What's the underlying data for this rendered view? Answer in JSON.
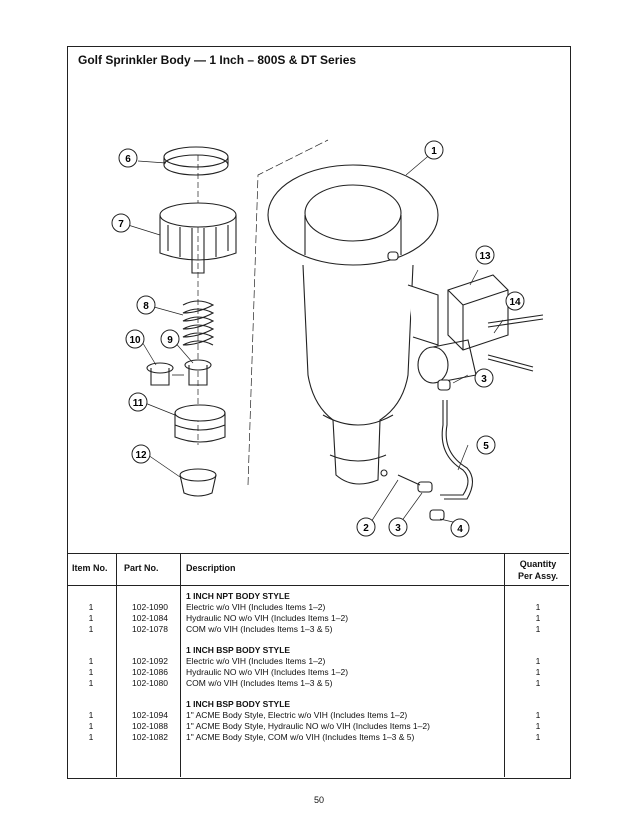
{
  "title": "Golf Sprinkler Body — 1 Inch – 800S  & DT Series",
  "callouts": [
    "1",
    "2",
    "3",
    "3",
    "4",
    "5",
    "6",
    "7",
    "8",
    "9",
    "10",
    "11",
    "12",
    "13",
    "14"
  ],
  "table": {
    "headers": {
      "item": "Item No.",
      "part": "Part No.",
      "desc": "Description",
      "qty_line1": "Quantity",
      "qty_line2": "Per Assy."
    },
    "groups": [
      {
        "title": "1 INCH NPT BODY STYLE",
        "rows": [
          {
            "item": "1",
            "part": "102-1090",
            "desc": "Electric w/o VIH (Includes Items 1–2)",
            "qty": "1"
          },
          {
            "item": "1",
            "part": "102-1084",
            "desc": "Hydraulic NO w/o VIH (Includes Items 1–2)",
            "qty": "1"
          },
          {
            "item": "1",
            "part": "102-1078",
            "desc": "COM w/o VIH (Includes Items 1–3 & 5)",
            "qty": "1"
          }
        ]
      },
      {
        "title": "1 INCH BSP BODY STYLE",
        "rows": [
          {
            "item": "1",
            "part": "102-1092",
            "desc": "Electric w/o VIH (Includes Items 1–2)",
            "qty": "1"
          },
          {
            "item": "1",
            "part": "102-1086",
            "desc": "Hydraulic NO w/o VIH (Includes Items 1–2)",
            "qty": "1"
          },
          {
            "item": "1",
            "part": "102-1080",
            "desc": "COM w/o VIH (Includes Items 1–3 & 5)",
            "qty": "1"
          }
        ]
      },
      {
        "title": "1 INCH BSP BODY STYLE",
        "rows": [
          {
            "item": "1",
            "part": "102-1094",
            "desc": "1\" ACME Body Style, Electric w/o VIH (Includes Items 1–2)",
            "qty": "1"
          },
          {
            "item": "1",
            "part": "102-1088",
            "desc": "1\" ACME Body Style, Hydraulic NO w/o VIH (Includes Items 1–2)",
            "qty": "1"
          },
          {
            "item": "1",
            "part": "102-1082",
            "desc": "1\" ACME Body Style, COM w/o VIH (Includes Items 1–3 & 5)",
            "qty": "1"
          }
        ]
      }
    ]
  },
  "page_number": "50"
}
